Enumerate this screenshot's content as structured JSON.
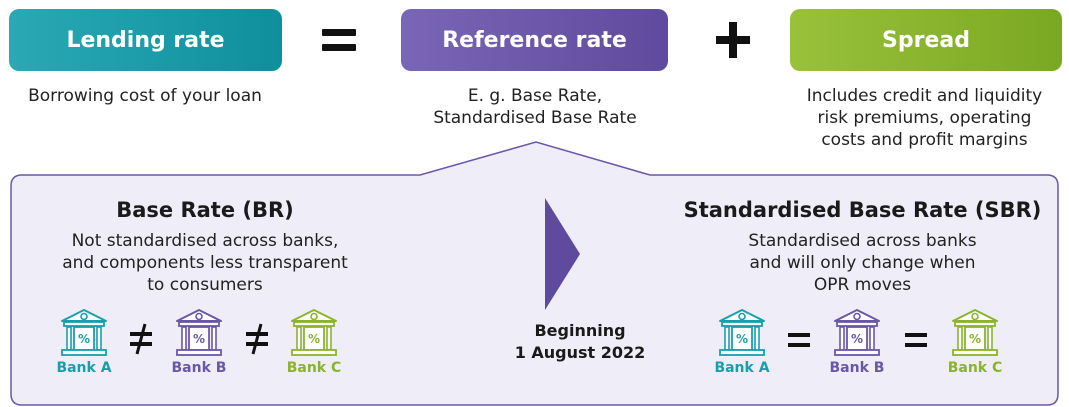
{
  "header": {
    "lending_label": "Lending rate",
    "reference_label": "Reference rate",
    "spread_label": "Spread",
    "lending_caption": "Borrowing cost of your loan",
    "reference_caption_line1": "E. g. Base Rate,",
    "reference_caption_line2": "Standardised Base Rate",
    "spread_caption_line1": "Includes credit and liquidity",
    "spread_caption_line2": "risk premiums, operating",
    "spread_caption_line3": "costs and profit margins"
  },
  "base_rate": {
    "title": "Base Rate (BR)",
    "desc_line1": "Not standardised across banks,",
    "desc_line2": "and components less transparent",
    "desc_line3": "to consumers",
    "banks": [
      "Bank A",
      "Bank B",
      "Bank C"
    ]
  },
  "transition": {
    "line1": "Beginning",
    "line2": "1 August 2022"
  },
  "sbr": {
    "title": "Standardised Base Rate (SBR)",
    "desc_line1": "Standardised across banks",
    "desc_line2": "and will only change when",
    "desc_line3": "OPR moves",
    "banks": [
      "Bank A",
      "Bank B",
      "Bank C"
    ]
  },
  "icons": {
    "bank_symbol": "%"
  },
  "colors": {
    "teal": "#17a0ac",
    "purple": "#6b57a8",
    "green": "#8bb42c",
    "panel_bg": "#efedf7",
    "panel_border": "#6b57a8"
  }
}
